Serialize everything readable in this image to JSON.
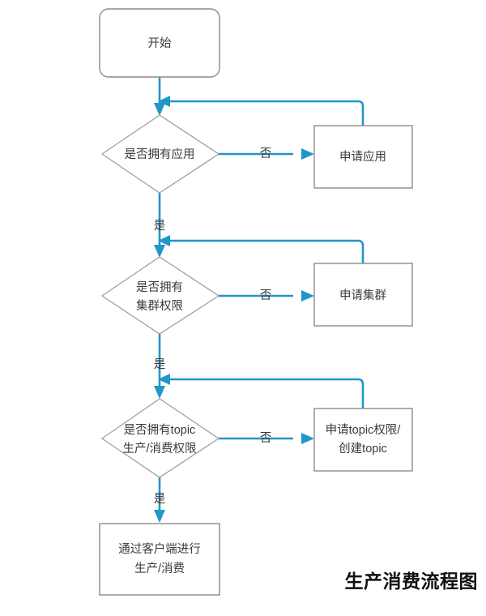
{
  "diagram": {
    "title": "生产消费流程图",
    "accent_color": "#2196c8",
    "node_border_color": "#8c8c8c",
    "text_color": "#3a3a3a",
    "background_color": "#ffffff",
    "nodes": {
      "start": {
        "label": "开始",
        "shape": "rounded-rect"
      },
      "decision_app": {
        "label": "是否拥有应用",
        "shape": "diamond"
      },
      "action_app": {
        "label": "申请应用",
        "shape": "rect"
      },
      "decision_cluster_line1": {
        "label": "是否拥有"
      },
      "decision_cluster_line2": {
        "label": "集群权限"
      },
      "action_cluster": {
        "label": "申请集群",
        "shape": "rect"
      },
      "decision_topic_line1": {
        "label": "是否拥有topic"
      },
      "decision_topic_line2": {
        "label": "生产/消费权限"
      },
      "action_topic_line1": {
        "label": "申请topic权限/"
      },
      "action_topic_line2": {
        "label": "创建topic"
      },
      "end_line1": {
        "label": "通过客户端进行"
      },
      "end_line2": {
        "label": "生产/消费"
      }
    },
    "edge_labels": {
      "no_app": "否",
      "no_cluster": "否",
      "no_topic": "否",
      "yes_app": "是",
      "yes_cluster": "是",
      "yes_topic": "是"
    }
  }
}
